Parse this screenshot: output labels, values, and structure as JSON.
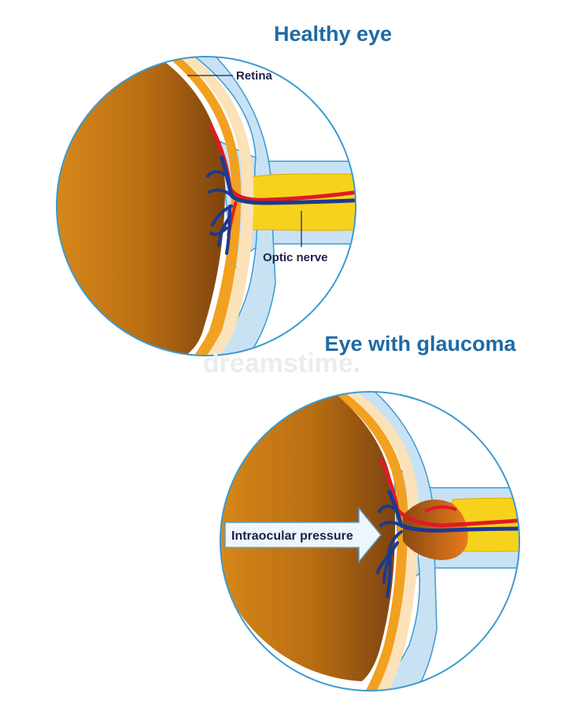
{
  "titles": {
    "healthy": "Healthy eye",
    "glaucoma": "Eye with glaucoma"
  },
  "labels": {
    "retina": "Retina",
    "optic_nerve": "Optic nerve",
    "intraocular_pressure": "Intraocular pressure"
  },
  "watermark": "dreamstime.",
  "colors": {
    "title": "#1f6aa5",
    "label": "#1c1f4a",
    "circle_outline": "#3a9ad0",
    "eyeball_dark": "#8a4a10",
    "eyeball_light": "#d98a1a",
    "orange_layer": "#f2a020",
    "cream_layer": "#fbe2b8",
    "sclera": "#c8e2f4",
    "nerve_yellow": "#f7d21c",
    "artery_red": "#e01b24",
    "vein_blue": "#1b3a8f",
    "arrow_fill": "#eef6fb",
    "arrow_stroke": "#5b9cc8"
  }
}
